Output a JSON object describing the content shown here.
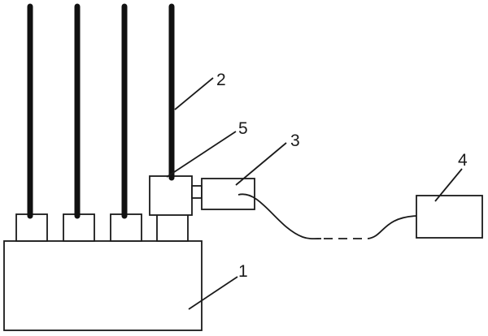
{
  "diagram": {
    "labels": {
      "part_1": "1",
      "part_2": "2",
      "part_3": "3",
      "part_4": "4",
      "part_5": "5"
    }
  }
}
